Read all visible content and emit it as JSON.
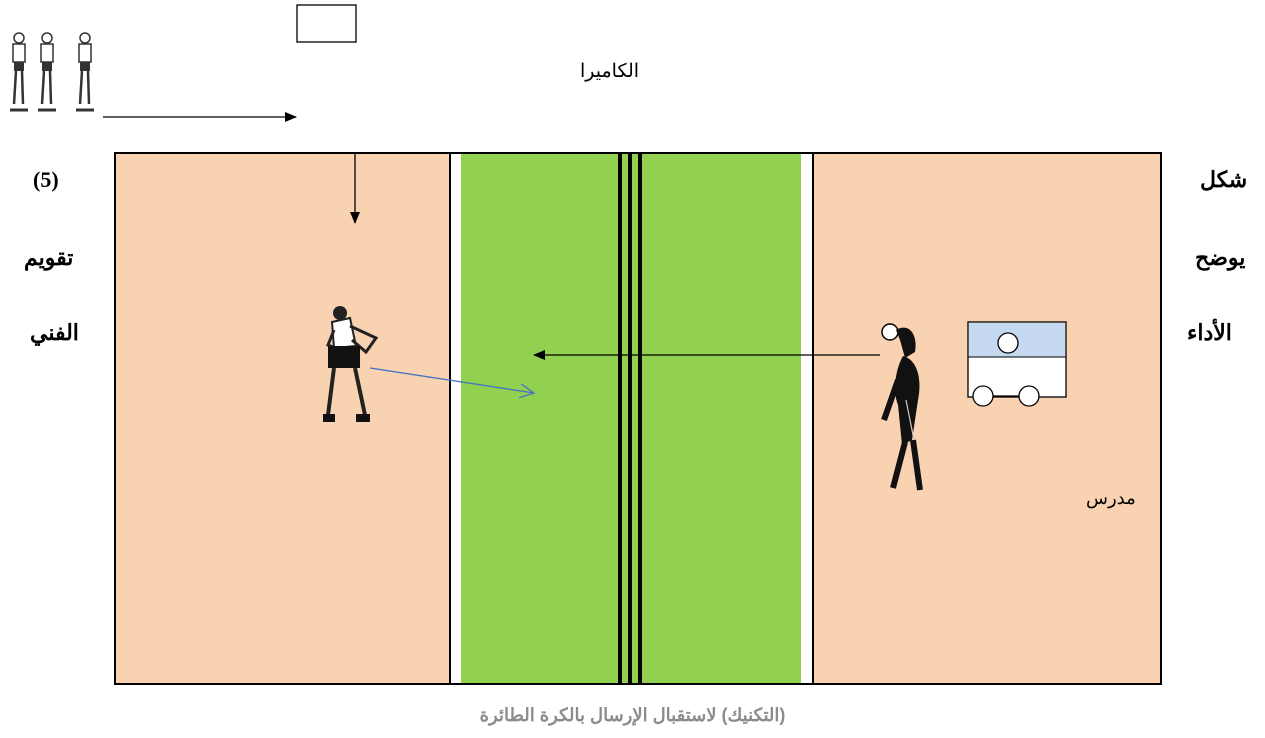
{
  "figure": {
    "camera_label": "الكاميرا",
    "teacher_label": "مدرس",
    "left_text": {
      "number": "(5)",
      "line1": "تقويم",
      "line2": "الفني"
    },
    "right_text": {
      "line1": "شكل",
      "line2": "يوضح",
      "line3": "الأداء"
    },
    "caption": "(التكنيك) لاستقبال الإرسال بالكرة الطائرة"
  },
  "colors": {
    "court": "#f9d2b2",
    "center_zone": "#92d050",
    "outline": "#000000",
    "serve_path": "#4472c4",
    "machine_top": "#c5d9f1",
    "caption": "#8c8c8c"
  },
  "icons": [
    "player-queue-icon",
    "camera-icon",
    "receiver-player-icon",
    "server-player-icon",
    "ball-machine-icon"
  ]
}
